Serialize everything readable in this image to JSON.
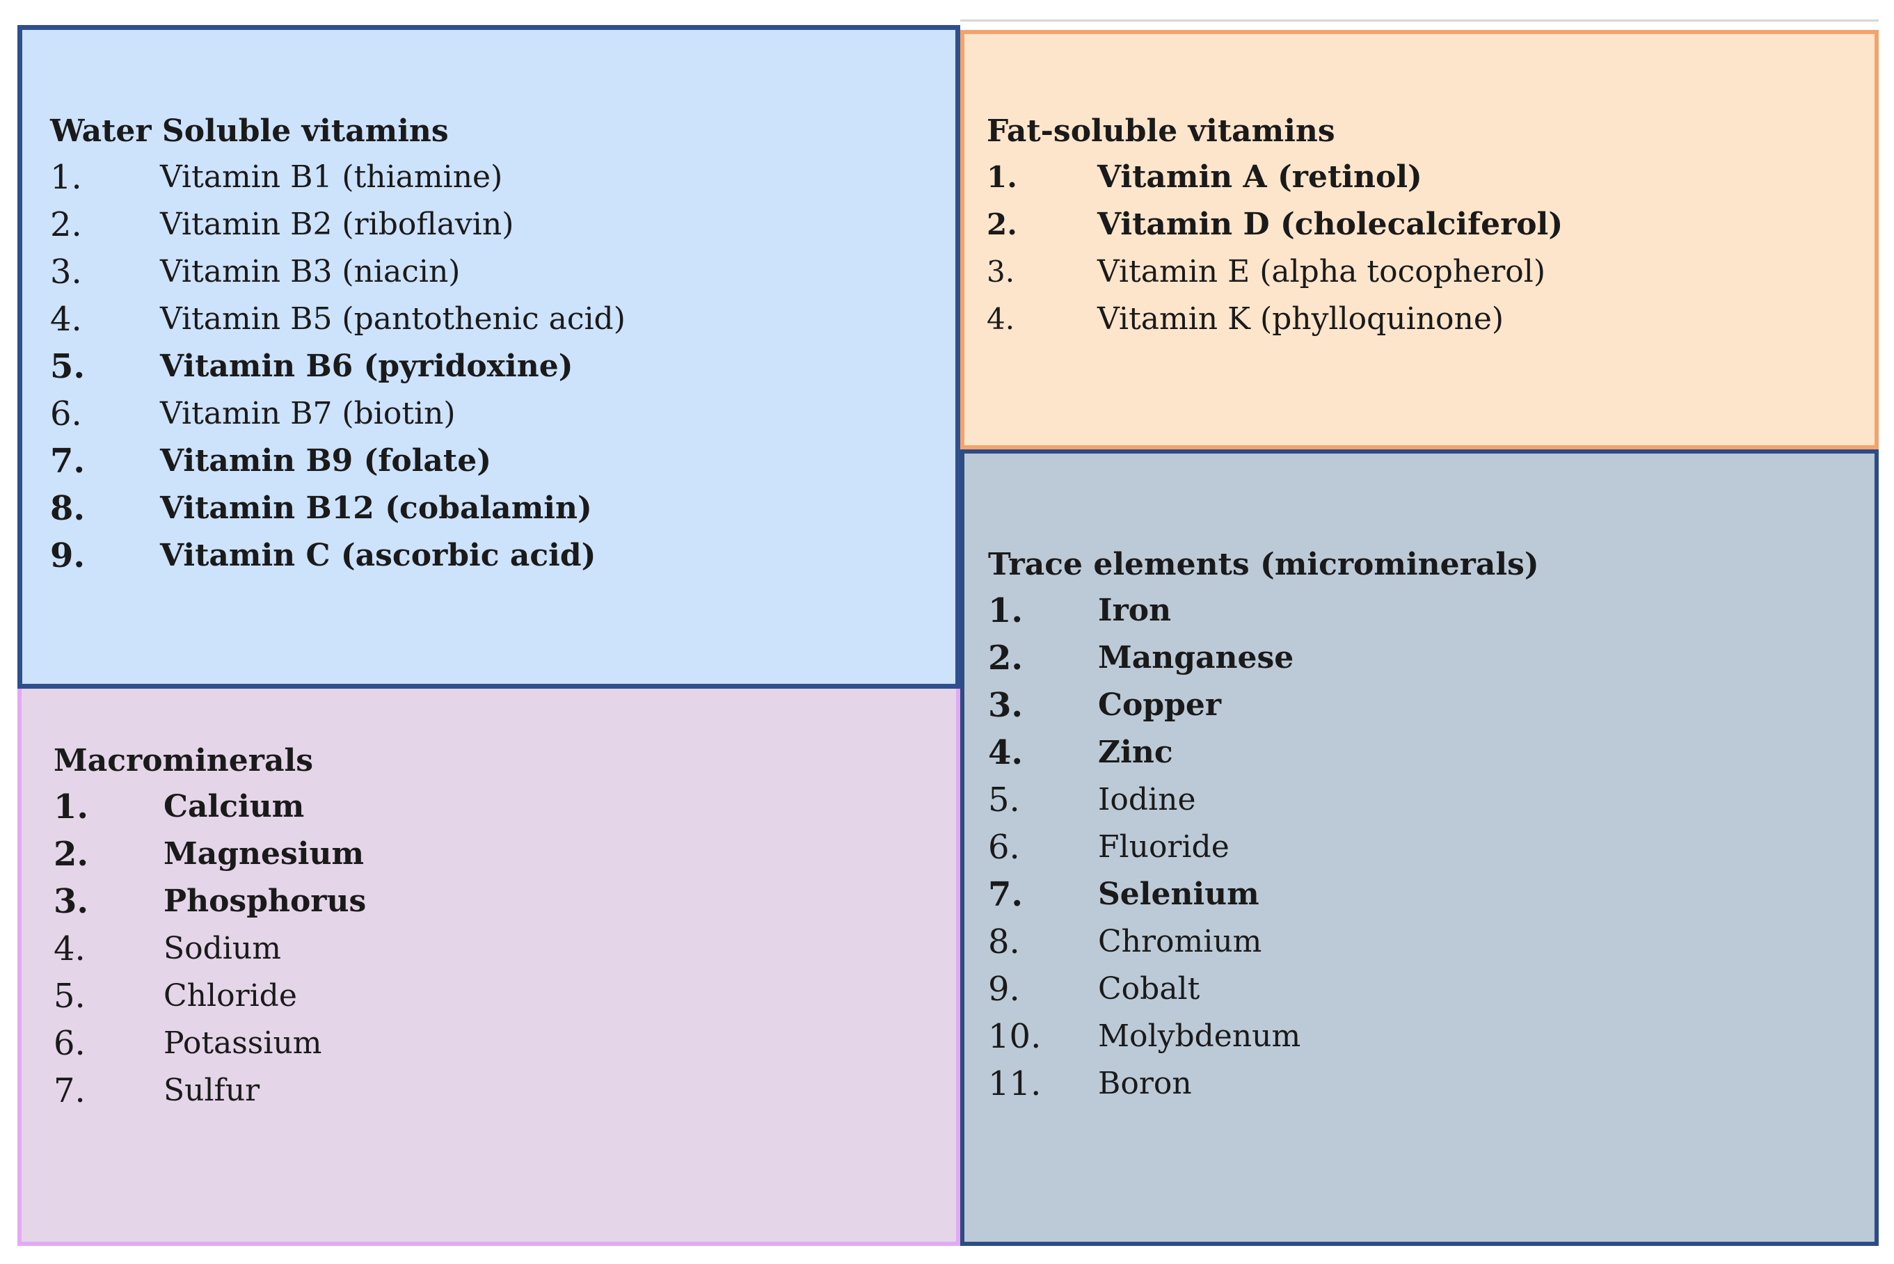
{
  "water": {
    "title": "Water Soluble vitamins",
    "items": [
      {
        "num": "1.",
        "label": "Vitamin B1 (thiamine)",
        "bold": false
      },
      {
        "num": "2.",
        "label": "Vitamin B2 (riboflavin)",
        "bold": false
      },
      {
        "num": "3.",
        "label": "Vitamin B3 (niacin)",
        "bold": false
      },
      {
        "num": "4.",
        "label": "Vitamin B5 (pantothenic acid)",
        "bold": false
      },
      {
        "num": "5.",
        "label": "Vitamin B6 (pyridoxine)",
        "bold": true
      },
      {
        "num": "6.",
        "label": "Vitamin B7 (biotin)",
        "bold": false
      },
      {
        "num": "7.",
        "label": "Vitamin B9 (folate)",
        "bold": true
      },
      {
        "num": "8.",
        "label": "Vitamin B12 (cobalamin)",
        "bold": true
      },
      {
        "num": "9.",
        "label": "Vitamin C (ascorbic acid)",
        "bold": true
      }
    ]
  },
  "fat": {
    "title": "Fat-soluble vitamins",
    "items": [
      {
        "num": "1.",
        "label": "Vitamin A (retinol)",
        "bold": true
      },
      {
        "num": "2.",
        "label": "Vitamin D (cholecalciferol)",
        "bold": true
      },
      {
        "num": "3.",
        "label": "Vitamin E (alpha tocopherol)",
        "bold": false
      },
      {
        "num": "4.",
        "label": "Vitamin K (phylloquinone)",
        "bold": false
      }
    ]
  },
  "macro": {
    "title": "Macrominerals",
    "items": [
      {
        "num": "1.",
        "label": "Calcium",
        "bold": true
      },
      {
        "num": "2.",
        "label": "Magnesium",
        "bold": true
      },
      {
        "num": "3.",
        "label": "Phosphorus",
        "bold": true
      },
      {
        "num": "4.",
        "label": "Sodium",
        "bold": false
      },
      {
        "num": "5.",
        "label": "Chloride",
        "bold": false
      },
      {
        "num": "6.",
        "label": "Potassium",
        "bold": false
      },
      {
        "num": "7.",
        "label": "Sulfur",
        "bold": false
      }
    ]
  },
  "trace": {
    "title": "Trace elements (microminerals)",
    "items": [
      {
        "num": "1.",
        "label": "Iron",
        "bold": true
      },
      {
        "num": "2.",
        "label": "Manganese",
        "bold": true
      },
      {
        "num": "3.",
        "label": "Copper",
        "bold": true
      },
      {
        "num": "4.",
        "label": "Zinc",
        "bold": true
      },
      {
        "num": "5.",
        "label": "Iodine",
        "bold": false
      },
      {
        "num": "6.",
        "label": "Fluoride",
        "bold": false
      },
      {
        "num": "7.",
        "label": "Selenium",
        "bold": true
      },
      {
        "num": "8.",
        "label": "Chromium",
        "bold": false
      },
      {
        "num": "9.",
        "label": "Cobalt",
        "bold": false
      },
      {
        "num": "10.",
        "label": "Molybdenum",
        "bold": false
      },
      {
        "num": "11.",
        "label": "Boron",
        "bold": false
      }
    ]
  },
  "colors": {
    "water_bg": "#cde2fb",
    "water_border": "#2f4f8f",
    "fat_bg": "#fde5cc",
    "fat_border": "#f1a46d",
    "macro_bg": "#e4d5e8",
    "macro_border": "#e4a9f4",
    "trace_bg": "#bccad7",
    "trace_border": "#2e4c83"
  }
}
